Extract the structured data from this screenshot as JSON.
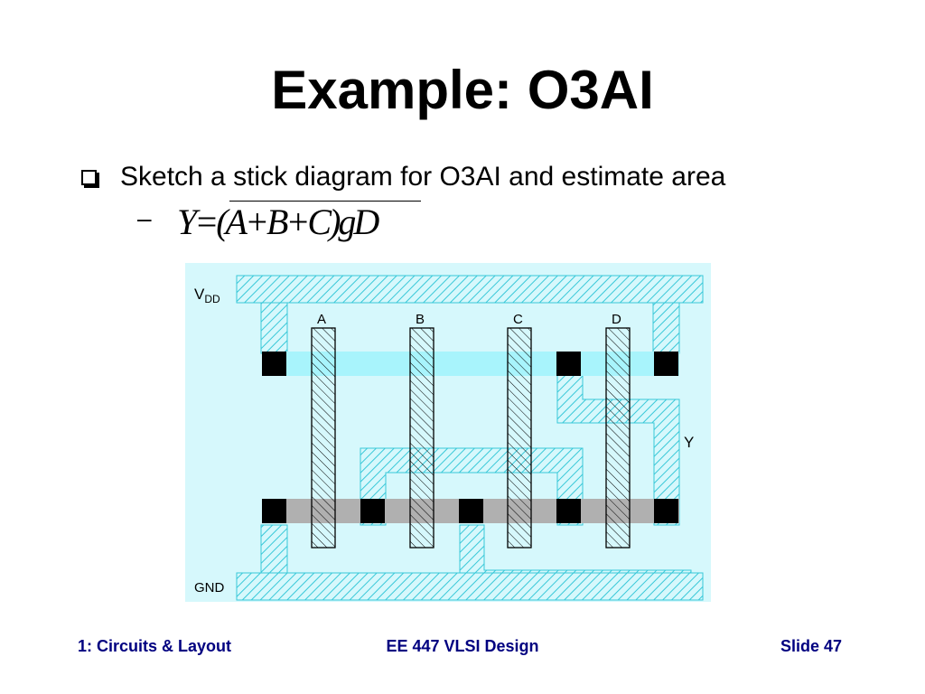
{
  "slide": {
    "title": "Example: O3AI",
    "bullet": "Sketch a stick diagram for O3AI and estimate area",
    "sub_dash": "–",
    "equation": "Y=(A+B+C)gD"
  },
  "layout": {
    "vdd_label": "V",
    "vdd_sub": "DD",
    "gnd_label": "GND",
    "output_label": "Y",
    "gate_labels": [
      "A",
      "B",
      "C",
      "D"
    ],
    "colors": {
      "background": "#d6f8fc",
      "ndiff": "#b0b0b0",
      "pdiff": "#a8f4fc",
      "metal_hatch": "#38c8d8",
      "contact": "#000000"
    }
  },
  "footer": {
    "left": "1: Circuits & Layout",
    "center": "EE 447 VLSI Design",
    "right": "Slide 47"
  }
}
